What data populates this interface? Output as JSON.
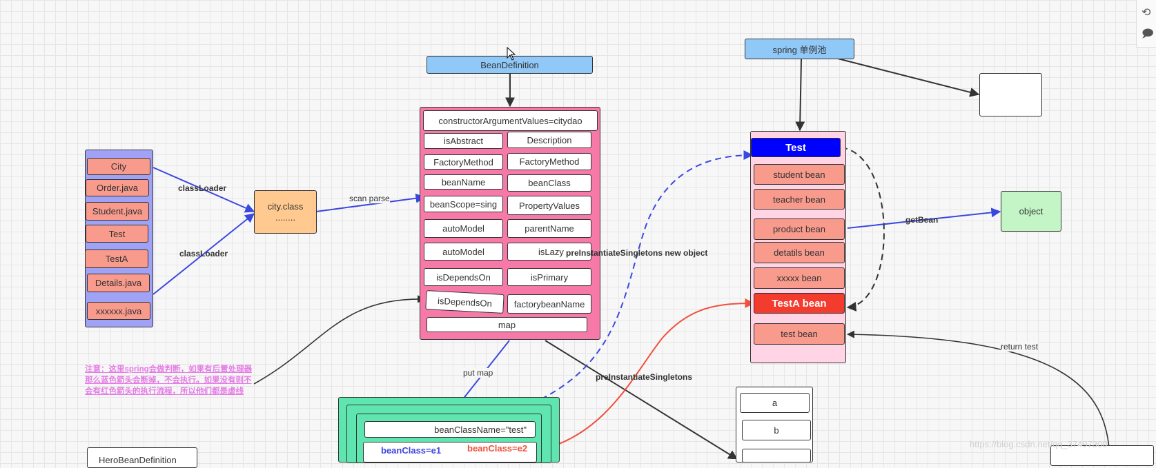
{
  "colors": {
    "blue_arrow": "#3b48e0",
    "red_arrow": "#f0503c",
    "dark": "#333333",
    "bean_definition": "#90c8f8",
    "pink_container": "#f779a8",
    "purple_container": "#a0a3f5",
    "salmon": "#f89a8c",
    "green": "#c3f5c6",
    "teal": "#5fe6b0",
    "test_blue": "#0000ff",
    "testa_red": "#f33c2e",
    "pink_light": "#ffd5e5",
    "orange": "#ffc98f",
    "note": "#e57ce6"
  },
  "files": [
    "City",
    "Order.java",
    "Student.java",
    "Test",
    "TestA",
    "Details.java",
    "xxxxxx.java"
  ],
  "city_class": {
    "line1": "city.class",
    "line2": "........"
  },
  "bean_definition": "BeanDefinition",
  "bean_def_fields": {
    "constructor": "constructorArgumentValues=citydao",
    "isAbstract": "isAbstract",
    "description": "Description",
    "factoryMethod1": "FactoryMethod",
    "factoryMethod2": "FactoryMethod",
    "beanName": "beanName",
    "beanClass": "beanClass",
    "beanScope": "beanScope=sing",
    "propertyValues": "PropertyValues",
    "autoModel1": "autoModel",
    "parentName": "parentName",
    "autoModel2": "autoModel",
    "isLazy": "isLazy",
    "isDependsOn1": "isDependsOn",
    "isPrimary": "isPrimary",
    "isDependsOn2": "isDependsOn",
    "factorybeanName": "factorybeanName",
    "map": "map"
  },
  "singleton_pool": "spring 单例池",
  "pool_items": {
    "test": "Test",
    "student": "student bean",
    "teacher": "teacher bean",
    "product": "product bean",
    "details": "detatils bean",
    "xxxxx": "xxxxx bean",
    "testa": "TestA bean",
    "testbean": "test bean"
  },
  "object": "object",
  "map_items": {
    "beanClassName": "beanClassName=\"test\"",
    "beanClass_e1": "beanClass=e1",
    "beanClass_e2": "beanClass=e2"
  },
  "list_items": [
    "a",
    "b"
  ],
  "edge_labels": {
    "classLoader1": "classLoader",
    "classLoader2": "classLoader",
    "scan_parse": "scan parse",
    "put_map": "put map",
    "pre_new": "preInstantiateSingletons new object",
    "pre": "preInstantiateSingletons",
    "getBean": "getBean",
    "return_test": "return test"
  },
  "note": "注意：这里spring会做判断，如果有后置处理器那么蓝色箭头会断掉，不会执行。如果没有则不会有红色箭头的执行流程，所以他们都是虚线",
  "bottom_left_box": "HeroBeanDefinition",
  "watermark": "https://blog.csdn.net/qq_37497300",
  "icons": [
    "history-icon",
    "comment-icon",
    "cursor-icon"
  ]
}
